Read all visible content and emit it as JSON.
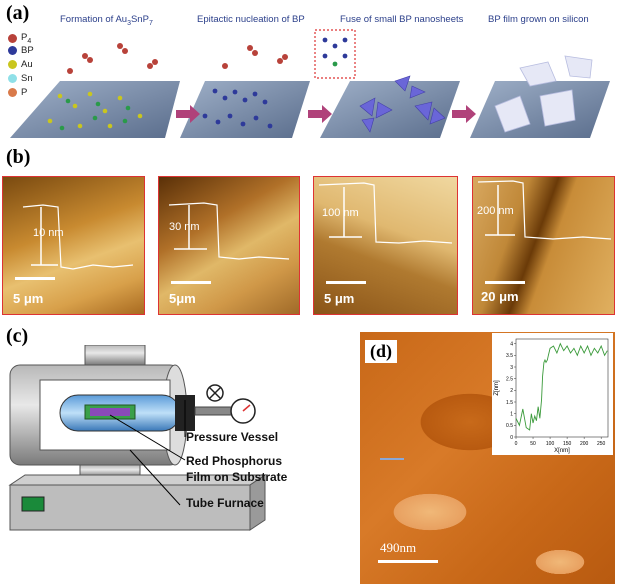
{
  "panel_a": {
    "label": "(a)",
    "steps": [
      {
        "caption_main": "Formation of Au",
        "caption_sub": "3",
        "caption_tail": "SnP",
        "caption_sub2": "7"
      },
      {
        "caption": "Epitactic nucleation of BP"
      },
      {
        "caption": "Fuse of small BP nanosheets"
      },
      {
        "caption": "BP film grown on silicon"
      }
    ],
    "legend": [
      {
        "label": "P4",
        "color": "#b8423a"
      },
      {
        "label": "BP",
        "color": "#2e3a9a"
      },
      {
        "label": "Au",
        "color": "#c9c61e"
      },
      {
        "label": "Sn",
        "color": "#8fe0e8"
      },
      {
        "label": "P",
        "color": "#d97a4a"
      }
    ],
    "arrow_color": "#b0427a"
  },
  "panel_b": {
    "label": "(b)",
    "images": [
      {
        "height": "10 nm",
        "scale": "5 μm"
      },
      {
        "height": "30 nm",
        "scale": "5μm"
      },
      {
        "height": "100 nm",
        "scale": "5 μm"
      },
      {
        "height": "200 nm",
        "scale": "20 μm"
      }
    ],
    "border_color": "#dd3333"
  },
  "panel_c": {
    "label": "(c)",
    "callouts": {
      "vessel": "Pressure Vessel",
      "phosphorus": "Red Phosphorus",
      "film": "Film on Substrate",
      "furnace": "Tube Furnace"
    }
  },
  "panel_d": {
    "label": "(d)",
    "scale": "490nm",
    "inset": {
      "xlabel": "X[nm]",
      "ylabel": "Z[nm]",
      "xticks": [
        "0",
        "50",
        "100",
        "150",
        "200",
        "250"
      ],
      "yticks": [
        "0",
        "0.5",
        "1",
        "1.5",
        "2",
        "2.5",
        "3",
        "3.5",
        "4"
      ]
    }
  },
  "chart_data": {
    "type": "line",
    "title": "",
    "xlabel": "X[nm]",
    "ylabel": "Z[nm]",
    "xlim": [
      0,
      270
    ],
    "ylim": [
      0,
      4.2
    ],
    "x": [
      0,
      10,
      20,
      30,
      40,
      45,
      50,
      55,
      60,
      65,
      70,
      75,
      78,
      82,
      85,
      88,
      92,
      95,
      100,
      110,
      120,
      130,
      140,
      150,
      160,
      170,
      180,
      190,
      200,
      210,
      220,
      230,
      240,
      250,
      260,
      268
    ],
    "series": [
      {
        "values": [
          0.8,
          0.5,
          1.2,
          0.4,
          0.3,
          1.0,
          0.6,
          0.9,
          0.7,
          1.3,
          0.8,
          1.6,
          2.6,
          3.2,
          3.3,
          3.2,
          3.3,
          3.5,
          3.8,
          3.9,
          3.6,
          4.0,
          3.7,
          3.9,
          3.6,
          3.8,
          3.5,
          3.9,
          3.6,
          3.9,
          3.5,
          3.8,
          3.6,
          3.9,
          3.5,
          3.7
        ]
      }
    ]
  }
}
